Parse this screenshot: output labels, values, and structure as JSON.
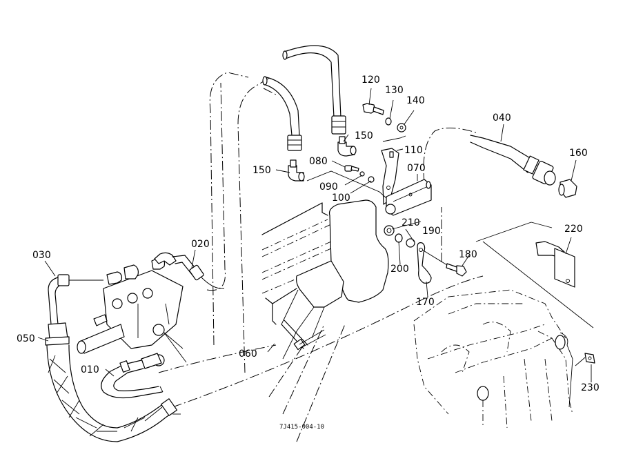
{
  "diagram": {
    "drawing_code": "7J415-004-10",
    "parts": [
      {
        "id": "010",
        "label": "010"
      },
      {
        "id": "020",
        "label": "020"
      },
      {
        "id": "030",
        "label": "030"
      },
      {
        "id": "040",
        "label": "040"
      },
      {
        "id": "050",
        "label": "050"
      },
      {
        "id": "060",
        "label": "060"
      },
      {
        "id": "070",
        "label": "070"
      },
      {
        "id": "080",
        "label": "080"
      },
      {
        "id": "090",
        "label": "090"
      },
      {
        "id": "100",
        "label": "100"
      },
      {
        "id": "110",
        "label": "110"
      },
      {
        "id": "120",
        "label": "120"
      },
      {
        "id": "130",
        "label": "130"
      },
      {
        "id": "140",
        "label": "140"
      },
      {
        "id": "150a",
        "label": "150"
      },
      {
        "id": "150b",
        "label": "150"
      },
      {
        "id": "160",
        "label": "160"
      },
      {
        "id": "170",
        "label": "170"
      },
      {
        "id": "180",
        "label": "180"
      },
      {
        "id": "190",
        "label": "190"
      },
      {
        "id": "200",
        "label": "200"
      },
      {
        "id": "210",
        "label": "210"
      },
      {
        "id": "220",
        "label": "220"
      },
      {
        "id": "230",
        "label": "230"
      }
    ]
  }
}
